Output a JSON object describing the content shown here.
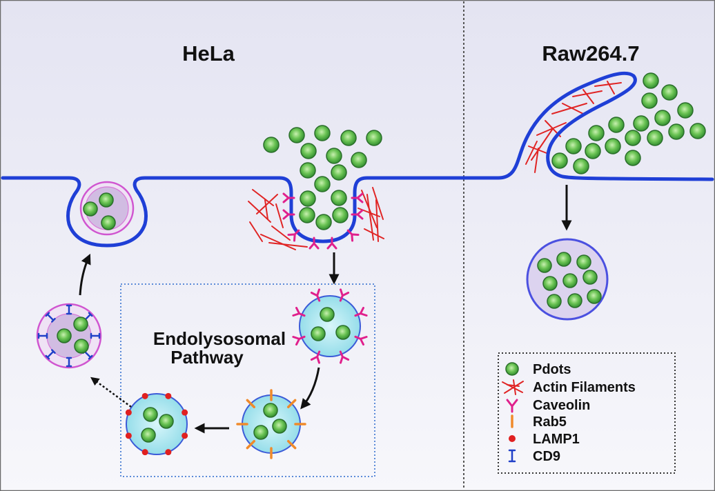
{
  "panels": {
    "hela": {
      "title": "HeLa"
    },
    "raw": {
      "title": "Raw264.7"
    }
  },
  "pathway_box": {
    "label_line1": "Endolysosomal",
    "label_line2": "Pathway"
  },
  "legend": {
    "items": [
      {
        "label": "Pdots",
        "icon": "pdot-icon",
        "color": "#4caf3c"
      },
      {
        "label": "Actin Filaments",
        "icon": "actin-filament-icon",
        "color": "#e02424"
      },
      {
        "label": "Caveolin",
        "icon": "caveolin-icon",
        "color": "#e0208c"
      },
      {
        "label": "Rab5",
        "icon": "rab5-marker-icon",
        "color": "#f08a2a"
      },
      {
        "label": "LAMP1",
        "icon": "lamp1-marker-icon",
        "color": "#e02020"
      },
      {
        "label": "CD9",
        "icon": "cd9-marker-icon",
        "color": "#2040c8"
      }
    ]
  },
  "colors": {
    "membrane": "#1f3fd6",
    "vesicle_cyan": "#a8e6ee",
    "vesicle_lavender": "#dcd3ef",
    "exosome_pink": "#d055d0",
    "arrow": "#111111",
    "pathway_box": "#5a8ad8"
  }
}
